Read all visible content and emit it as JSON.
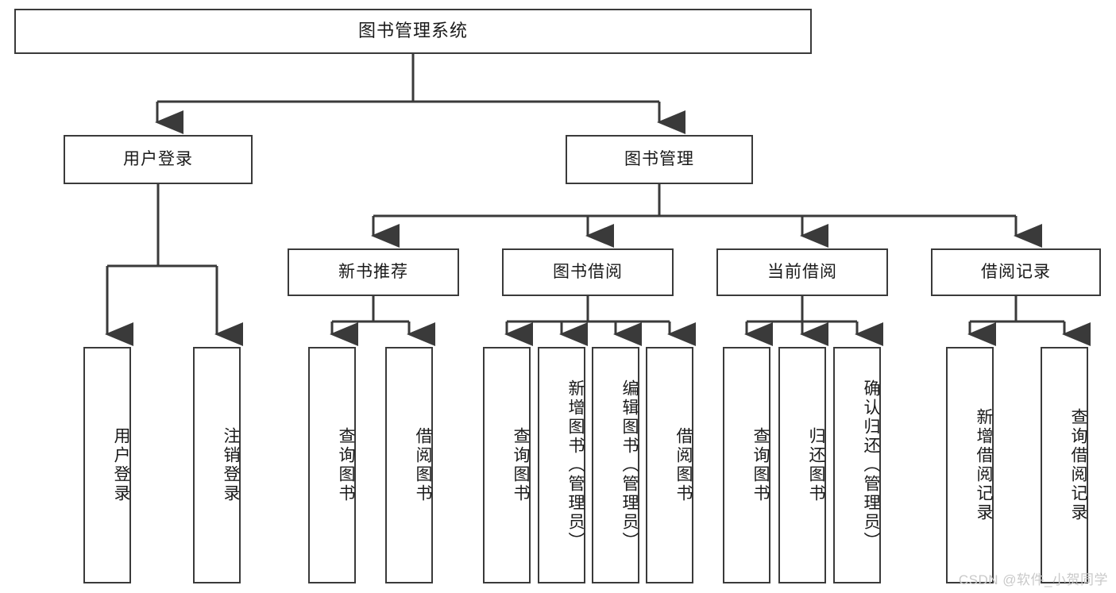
{
  "diagram": {
    "title": "图书管理系统",
    "type": "tree-hierarchy",
    "root": {
      "label": "图书管理系统"
    },
    "level2": [
      {
        "label": "用户登录"
      },
      {
        "label": "图书管理"
      }
    ],
    "level3": [
      {
        "label": "新书推荐"
      },
      {
        "label": "图书借阅"
      },
      {
        "label": "当前借阅"
      },
      {
        "label": "借阅记录"
      }
    ],
    "leaves": {
      "user_login": [
        {
          "label": "用户登录"
        },
        {
          "label": "注销登录"
        }
      ],
      "new_book_recommend": [
        {
          "label": "查询图书"
        },
        {
          "label": "借阅图书"
        }
      ],
      "book_borrow": [
        {
          "label": "查询图书"
        },
        {
          "label": "新增图书（管理员）"
        },
        {
          "label": "编辑图书（管理员）"
        },
        {
          "label": "借阅图书"
        }
      ],
      "current_borrow": [
        {
          "label": "查询图书"
        },
        {
          "label": "归还图书"
        },
        {
          "label": "确认归还（管理员）"
        }
      ],
      "borrow_record": [
        {
          "label": "新增借阅记录"
        },
        {
          "label": "查询借阅记录"
        }
      ]
    }
  },
  "watermark": {
    "text": "CSDN @软件_小贺同学"
  },
  "colors": {
    "border": "#3a3a3a",
    "background": "#ffffff",
    "text": "#1a1a1a",
    "watermark": "#c9c9c9"
  }
}
